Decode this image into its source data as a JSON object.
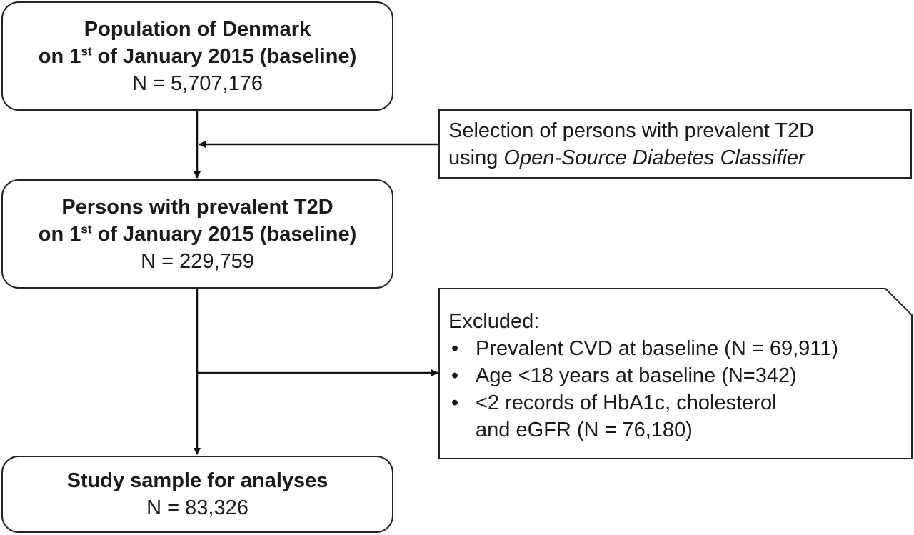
{
  "box1": {
    "title": "Population of Denmark",
    "date_prefix": "on 1",
    "date_sup": "st",
    "date_suffix": " of January 2015 (baseline)",
    "count": "N = 5,707,176"
  },
  "selection": {
    "line1": "Selection of persons with prevalent T2D",
    "line2_prefix": "using ",
    "line2_italic": "Open-Source Diabetes Classifier"
  },
  "box2": {
    "title": "Persons with prevalent T2D",
    "date_prefix": "on 1",
    "date_sup": "st",
    "date_suffix": " of January 2015 (baseline)",
    "count": "N = 229,759"
  },
  "excluded": {
    "heading": "Excluded:",
    "bullet_symbol": "•",
    "items": [
      "Prevalent CVD at baseline (N = 69,911)",
      "Age <18 years at baseline (N=342)",
      "<2 records of HbA1c, cholesterol"
    ],
    "item3_continuation": "and eGFR (N = 76,180)"
  },
  "box3": {
    "title": "Study sample for analyses",
    "count": "N = 83,326"
  }
}
